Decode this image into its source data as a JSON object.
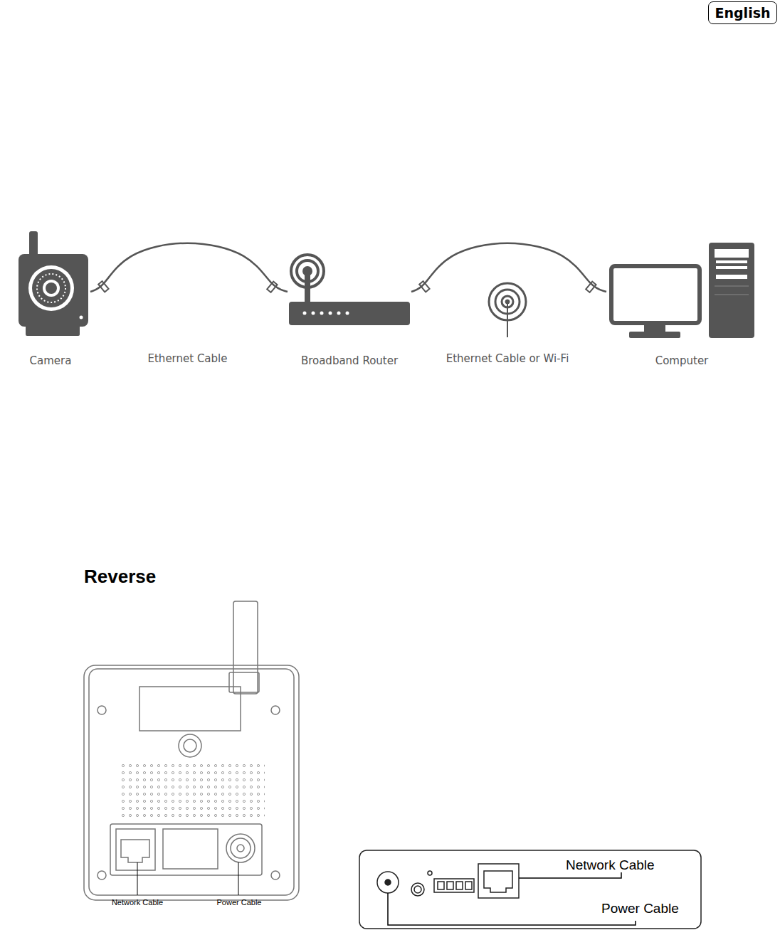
{
  "diagram": {
    "title": "Reverse",
    "nodes": [
      {
        "text": [
          "English"
        ]
      },
      {
        "text": [
          "Camera"
        ]
      },
      {
        "text": [
          "Broadband Router"
        ]
      },
      {
        "text": [
          "Computer"
        ]
      }
    ],
    "edges": [
      {
        "from": 1,
        "to": 2,
        "label": "Ethernet Cable",
        "arrow": "none"
      },
      {
        "from": 2,
        "to": 3,
        "label": "Ethernet Cable or Wi-Fi",
        "arrow": "none"
      }
    ],
    "labels": [
      "Network Cable",
      "Power Cable",
      "Network Cable",
      "Power Cable"
    ]
  }
}
